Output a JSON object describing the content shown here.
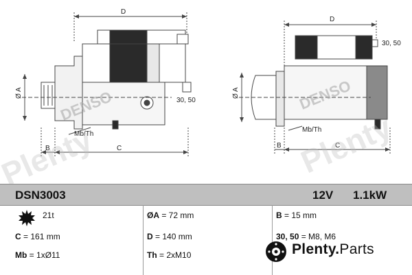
{
  "drawing": {
    "brand_left": "DENSO",
    "brand_right": "DENSO",
    "dim_d": "D",
    "dim_a": "Ø A",
    "dim_b": "B",
    "dim_c": "C",
    "terminal_left": "30, 50",
    "terminal_right": "30, 50",
    "mount_left": "Mb/Th",
    "mount_right": "Mb/Th"
  },
  "watermark": {
    "text": "Plenty"
  },
  "spec": {
    "part_number": "DSN3003",
    "voltage": "12V",
    "power": "1.1kW",
    "teeth": "21t",
    "rows": [
      [
        {
          "label": "C",
          "value": "= 161 mm"
        },
        {
          "label": "ØA",
          "value": "= 72 mm"
        },
        {
          "label": "B",
          "value": "= 15 mm"
        }
      ],
      [
        {
          "label": "",
          "value": ""
        },
        {
          "label": "D",
          "value": "= 140 mm"
        },
        {
          "label": "30, 50",
          "value": "= M8, M6"
        }
      ],
      [
        {
          "label": "Mb",
          "value": "= 1xØ11"
        },
        {
          "label": "Th",
          "value": "= 2xM10"
        },
        {
          "label": "",
          "value": ""
        }
      ]
    ]
  },
  "logo": {
    "name": "Plenty",
    "dot": ".",
    "suffix": "Parts"
  },
  "colors": {
    "header_bg": "#bfbfbf",
    "motor_dark": "#2a2a2a",
    "line": "#444444"
  }
}
